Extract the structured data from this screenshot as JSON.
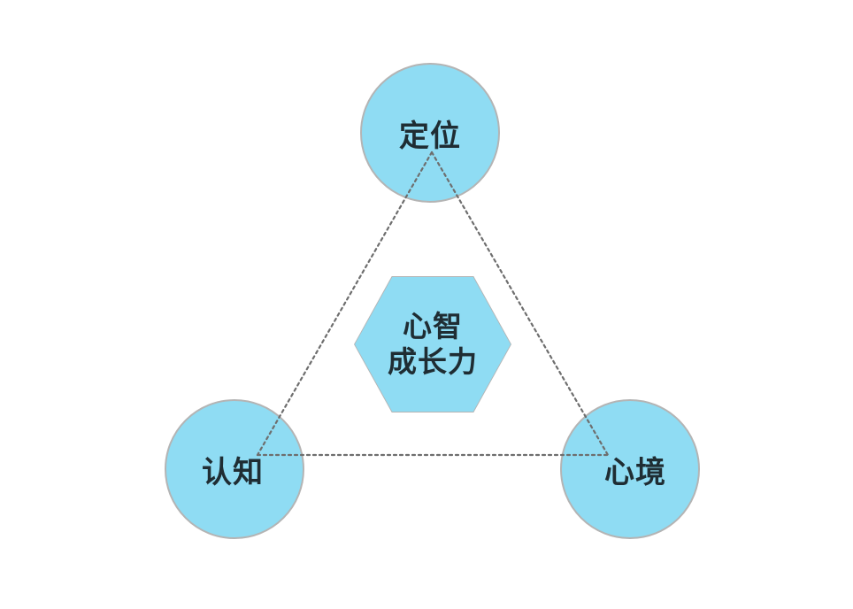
{
  "diagram": {
    "nodes": {
      "top": {
        "label": "定位"
      },
      "left": {
        "label": "认知"
      },
      "right": {
        "label": "心境"
      },
      "center": {
        "line1": "心智",
        "line2": "成长力"
      }
    },
    "colors": {
      "node_fill": "#8fdcf3",
      "node_border": "#b4b4b4",
      "text": "#1f2d33",
      "connector": "#6e6e6e"
    }
  }
}
